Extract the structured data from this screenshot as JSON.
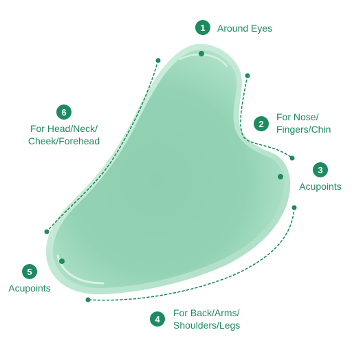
{
  "colors": {
    "accent": "#1d8a5f",
    "stone": "#8fd1b2",
    "stone_light": "#c8ecda",
    "background": "#ffffff"
  },
  "callouts": [
    {
      "number": "1",
      "lines": [
        "Around Eyes"
      ]
    },
    {
      "number": "2",
      "lines": [
        "For Nose/",
        "Fingers/Chin"
      ]
    },
    {
      "number": "3",
      "lines": [
        "Acupoints"
      ]
    },
    {
      "number": "4",
      "lines": [
        "For Back/Arms/",
        "Shoulders/Legs"
      ]
    },
    {
      "number": "5",
      "lines": [
        "Acupoints"
      ]
    },
    {
      "number": "6",
      "lines": [
        "For Head/Neck/",
        "Cheek/Forehead"
      ]
    }
  ]
}
